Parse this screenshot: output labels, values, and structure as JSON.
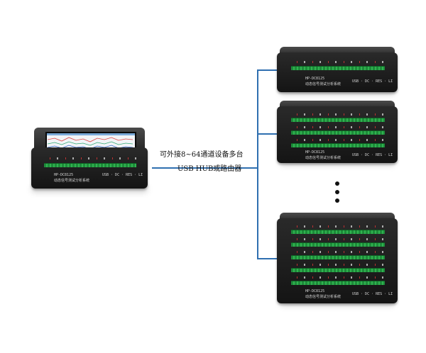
{
  "caption": {
    "line1": "可外接8~64通道设备多台",
    "line2": "USB HUB或路由器"
  },
  "main_device": {
    "model": "HP-DC8125",
    "name": "动态信号测试分析系统",
    "port_labels": "USB · DC · RES · LI"
  },
  "slave_devices": [
    {
      "model": "HP-DC8125",
      "name": "动态信号测试分析系统",
      "port_labels": "USB · DC · RES · LI",
      "terminal_rows": 1
    },
    {
      "model": "HP-DC8125",
      "name": "动态信号测试分析系统",
      "port_labels": "USB · DC · RES · LI",
      "terminal_rows": 3
    },
    {
      "model": "HP-DC8125",
      "name": "动态信号测试分析系统",
      "port_labels": "USB · DC · RES · LI",
      "terminal_rows": 5
    }
  ],
  "ellipsis": "more-devices-dots",
  "colors": {
    "connector": "#2f6fb0",
    "device_body": "#1c1c1c",
    "terminal": "#2fb34f"
  }
}
